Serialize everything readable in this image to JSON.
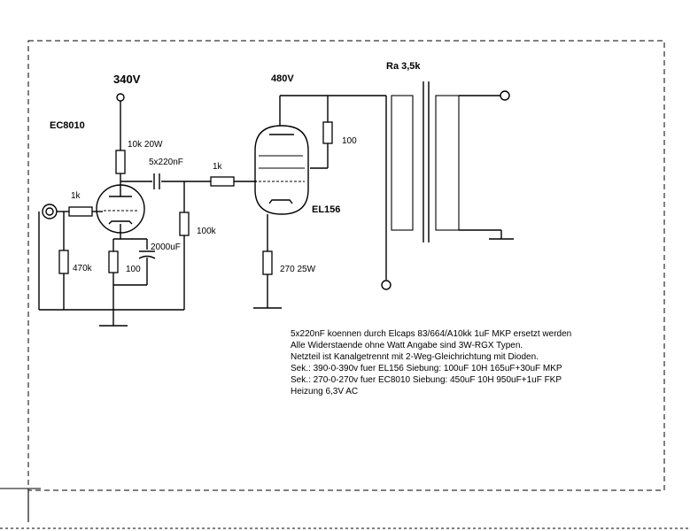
{
  "labels": {
    "supply_preamp": "340V",
    "supply_power": "480V",
    "tube_pre": "EC8010",
    "tube_power": "EL156",
    "transformer": "Ra 3,5k",
    "r_anode_pre": "10k 20W",
    "c_coupling": "5x220nF",
    "r_grid_stop": "1k",
    "r_grid_leak": "100k",
    "r_input": "1k",
    "r_input_leak": "470k",
    "r_cathode_pre": "100",
    "c_cathode_pre": "2000uF",
    "r_screen": "100",
    "r_cathode_power": "270 25W"
  },
  "notes": [
    "5x220nF koennen durch Elcaps 83/664/A10kk 1uF MKP ersetzt werden",
    "Alle Widerstaende ohne Watt Angabe sind 3W-RGX Typen.",
    "Netzteil ist Kanalgetrennt mit 2-Weg-Gleichrichtung mit Dioden.",
    "Sek.: 390-0-390v fuer EL156      Siebung: 100uF 10H 165uF+30uF MKP",
    "Sek.: 270-0-270v fuer EC8010    Siebung: 450uF 10H 950uF+1uF FKP",
    "Heizung 6,3V AC"
  ]
}
